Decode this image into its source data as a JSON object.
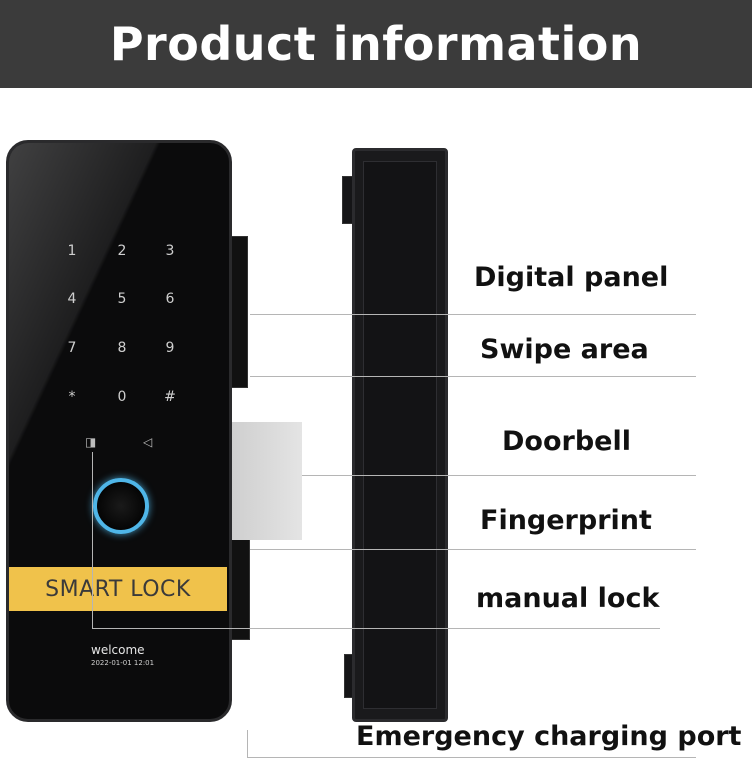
{
  "banner": {
    "title": "Product information"
  },
  "lock": {
    "keypad": [
      "1",
      "2",
      "3",
      "4",
      "5",
      "6",
      "7",
      "8",
      "9",
      "*",
      "0",
      "#"
    ],
    "label_strip": "SMART LOCK",
    "screen_text": "welcome",
    "screen_datetime": "2022-01-01 12:01",
    "label_strip_color": "#f0c24b",
    "fingerprint_ring_color": "#4fb6e8"
  },
  "callouts": [
    {
      "label": "Digital panel"
    },
    {
      "label": "Swipe area"
    },
    {
      "label": "Doorbell"
    },
    {
      "label": "Fingerprint"
    },
    {
      "label": "manual lock"
    },
    {
      "label": "Emergency charging port"
    }
  ]
}
